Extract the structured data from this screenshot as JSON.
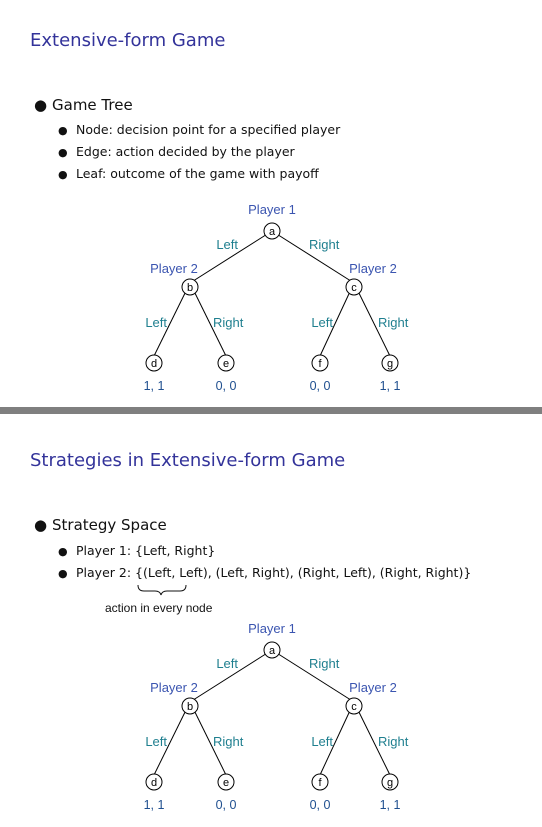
{
  "slide1": {
    "title": "Extensive-form Game",
    "bullet": "Game Tree",
    "subbullets": [
      "Node: decision point for a specified player",
      "Edge: action decided by the player",
      "Leaf: outcome of the game with payoff"
    ],
    "tree": {
      "root_player": "Player 1",
      "root": "a",
      "left_edge": "Left",
      "right_edge": "Right",
      "left_player": "Player 2",
      "right_player": "Player 2",
      "node_b": "b",
      "node_c": "c",
      "b_left": "Left",
      "b_right": "Right",
      "c_left": "Left",
      "c_right": "Right",
      "leaf_d": "d",
      "leaf_e": "e",
      "leaf_f": "f",
      "leaf_g": "g",
      "payoff_d": "1, 1",
      "payoff_e": "0, 0",
      "payoff_f": "0, 0",
      "payoff_g": "1, 1"
    }
  },
  "slide2": {
    "title": "Strategies in Extensive-form Game",
    "bullet": "Strategy Space",
    "subbullets": [
      "Player 1: {Left, Right}",
      "Player 2: {(Left, Left), (Left, Right), (Right, Left), (Right, Right)}"
    ],
    "brace_label": "action in every node",
    "tree": {
      "root_player": "Player 1",
      "root": "a",
      "left_edge": "Left",
      "right_edge": "Right",
      "left_player": "Player 2",
      "right_player": "Player 2",
      "node_b": "b",
      "node_c": "c",
      "b_left": "Left",
      "b_right": "Right",
      "c_left": "Left",
      "c_right": "Right",
      "leaf_d": "d",
      "leaf_e": "e",
      "leaf_f": "f",
      "leaf_g": "g",
      "payoff_d": "1, 1",
      "payoff_e": "0, 0",
      "payoff_f": "0, 0",
      "payoff_g": "1, 1"
    }
  },
  "colors": {
    "title": "#33339a",
    "edge_label": "#1f7f8f",
    "player_label": "#3b55b0",
    "payoff": "#1f4f8f",
    "divider": "#7f7f7f"
  }
}
